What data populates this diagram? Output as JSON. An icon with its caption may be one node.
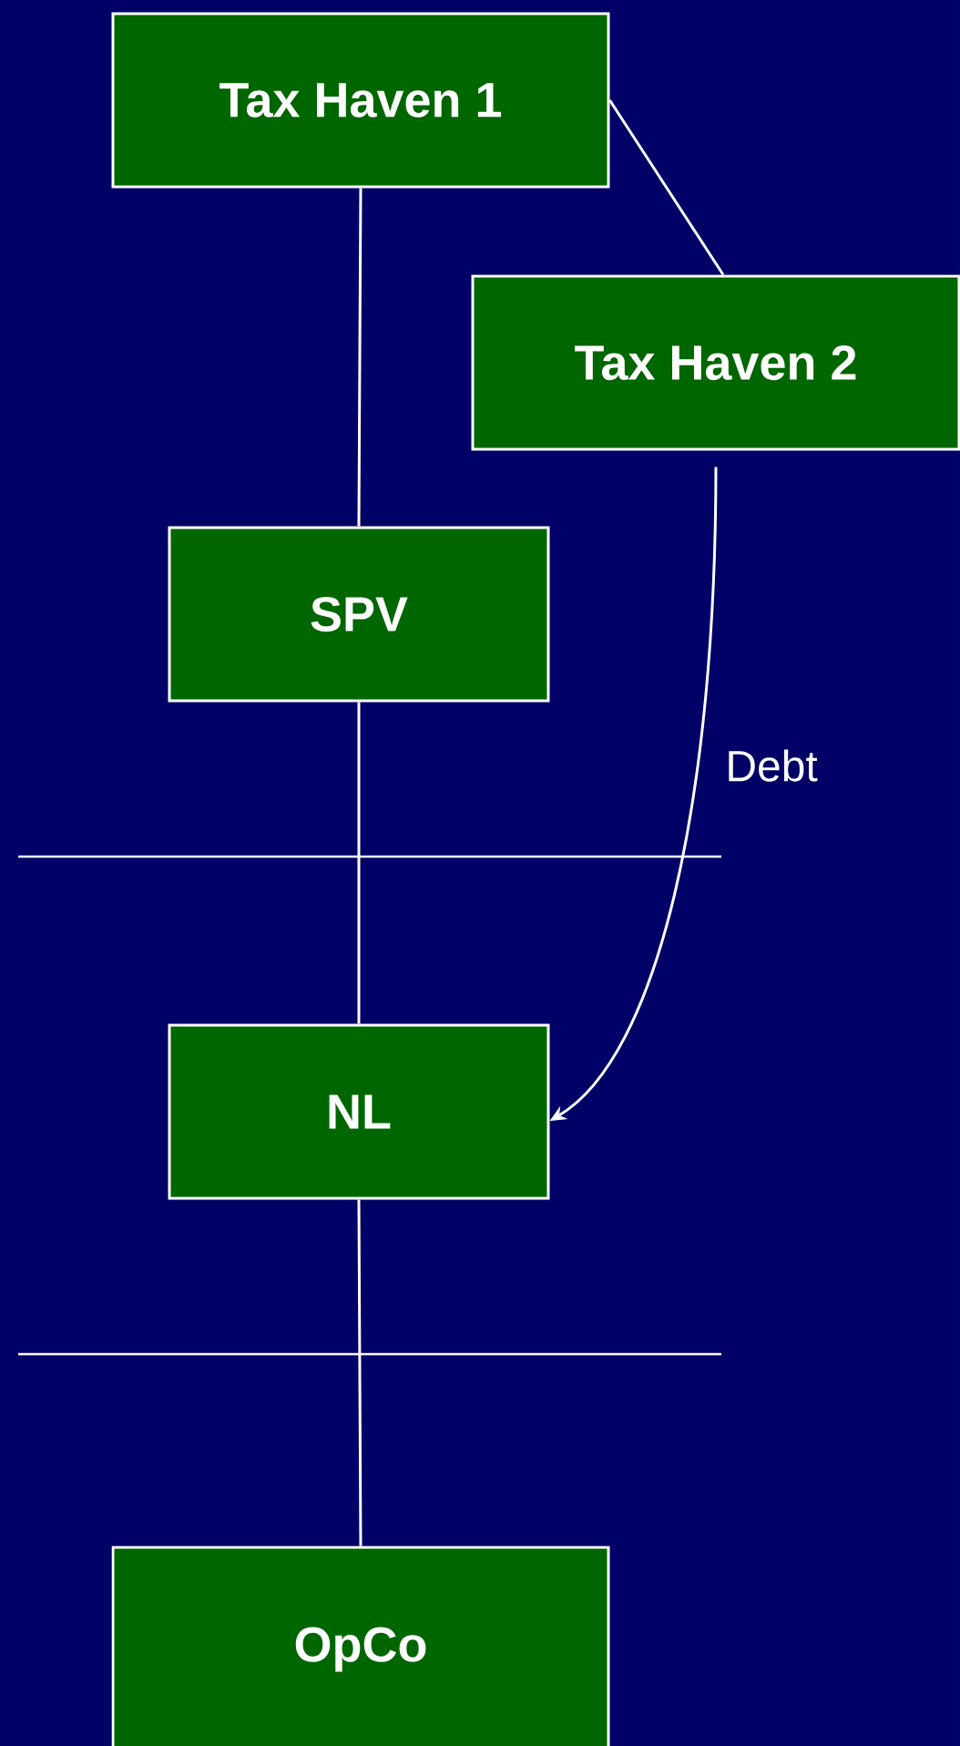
{
  "diagram": {
    "nodes": [
      {
        "text": [
          "Tax Haven 1"
        ]
      },
      {
        "text": [
          "Tax Haven 2"
        ]
      },
      {
        "text": [
          "SPV"
        ]
      },
      {
        "text": [
          "NL"
        ]
      },
      {
        "text": [
          "OpCo"
        ]
      }
    ],
    "edges": [
      {
        "from": 0,
        "to": 1,
        "arrow": "none"
      },
      {
        "from": 0,
        "to": 2,
        "arrow": "none"
      },
      {
        "from": 2,
        "to": 3,
        "arrow": "none"
      },
      {
        "from": 1,
        "to": 3,
        "arrow": "to",
        "label": "Debt"
      },
      {
        "from": 3,
        "to": 4,
        "arrow": "none"
      }
    ]
  }
}
